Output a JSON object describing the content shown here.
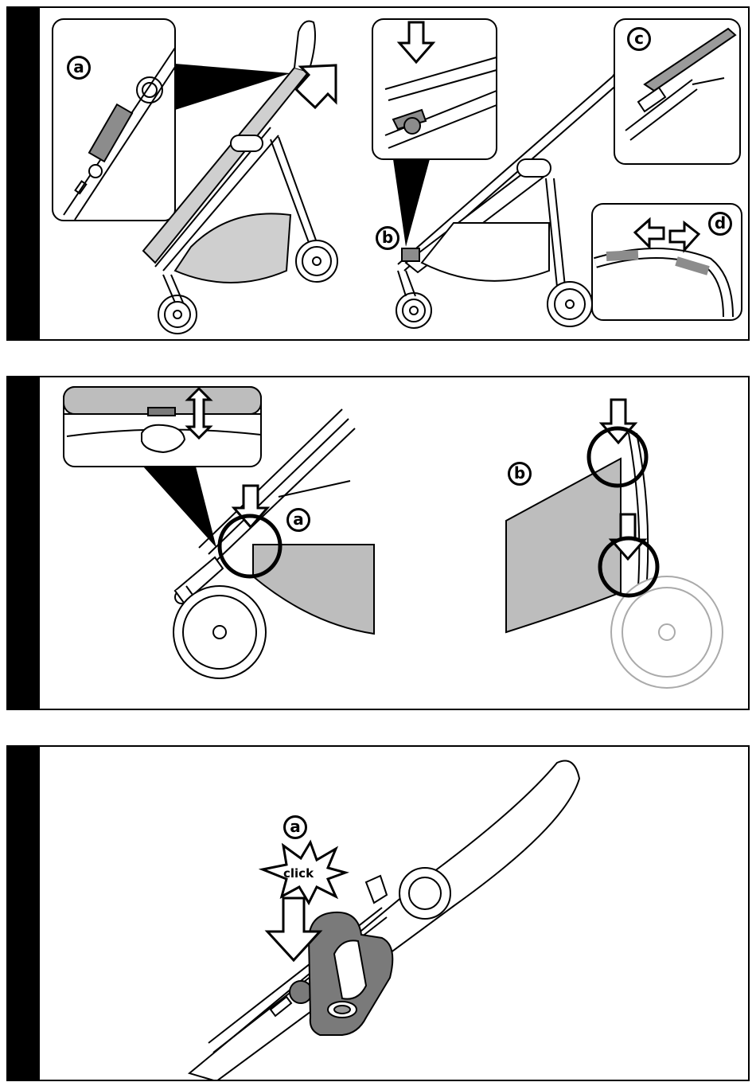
{
  "panels": [
    {
      "labels": {
        "a": "a",
        "b": "b",
        "c": "c",
        "d": "d"
      }
    },
    {
      "labels": {
        "a": "a",
        "b": "b"
      }
    },
    {
      "labels": {
        "a": "a"
      },
      "click_text": "click"
    }
  ],
  "colors": {
    "ink": "#000000",
    "shade": "#bdbdbd",
    "dark_shade": "#7a7a7a",
    "paper": "#ffffff"
  }
}
